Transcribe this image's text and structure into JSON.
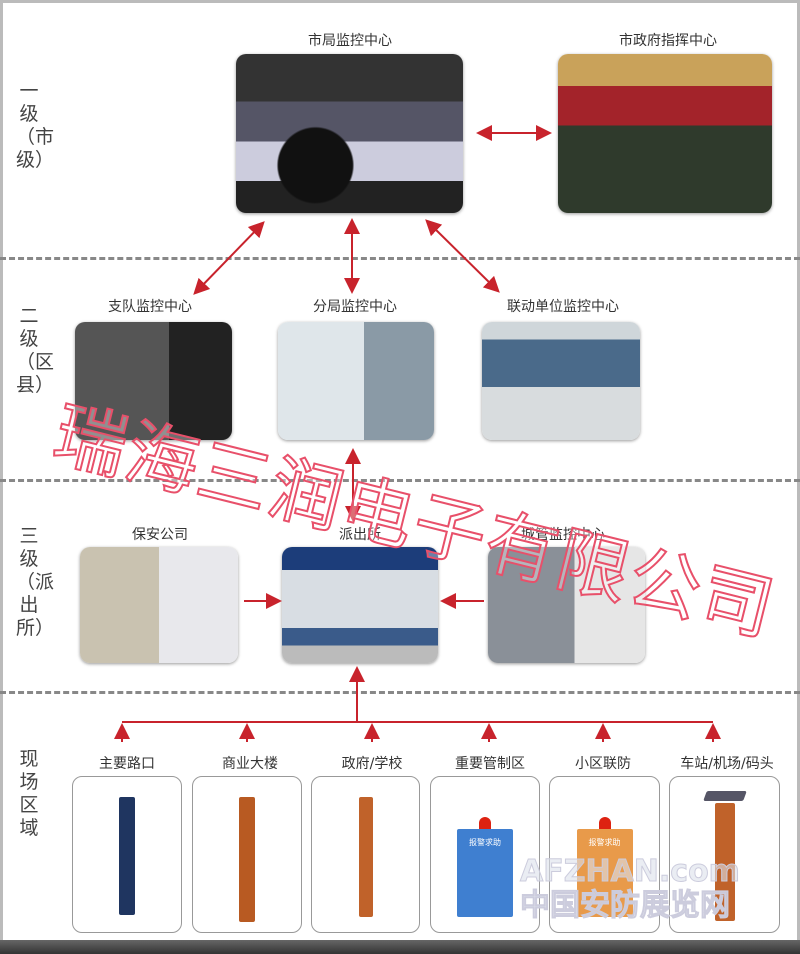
{
  "tiers": {
    "level1": "一级（市级）",
    "level2": "二级（区县）",
    "level3": "三级（派出所）",
    "field": "现场区域"
  },
  "level1_nodes": [
    "市局监控中心",
    "市政府指挥中心"
  ],
  "level2_nodes": [
    "支队监控中心",
    "分局监控中心",
    "联动单位监控中心"
  ],
  "level3_nodes": [
    "保安公司",
    "派出所",
    "城管监控中心"
  ],
  "field_sites": [
    "主要路口",
    "商业大楼",
    "政府/学校",
    "重要管制区",
    "小区联防",
    "车站/机场/码头"
  ],
  "device_panel_text": "报警求助",
  "watermark": "瑞海三润电子有限公司",
  "site_watermark": {
    "line1": "AFZHAN.com",
    "line2": "中国安防展览网"
  },
  "colors": {
    "arrow": "#c8232c",
    "dash": "#888888"
  }
}
